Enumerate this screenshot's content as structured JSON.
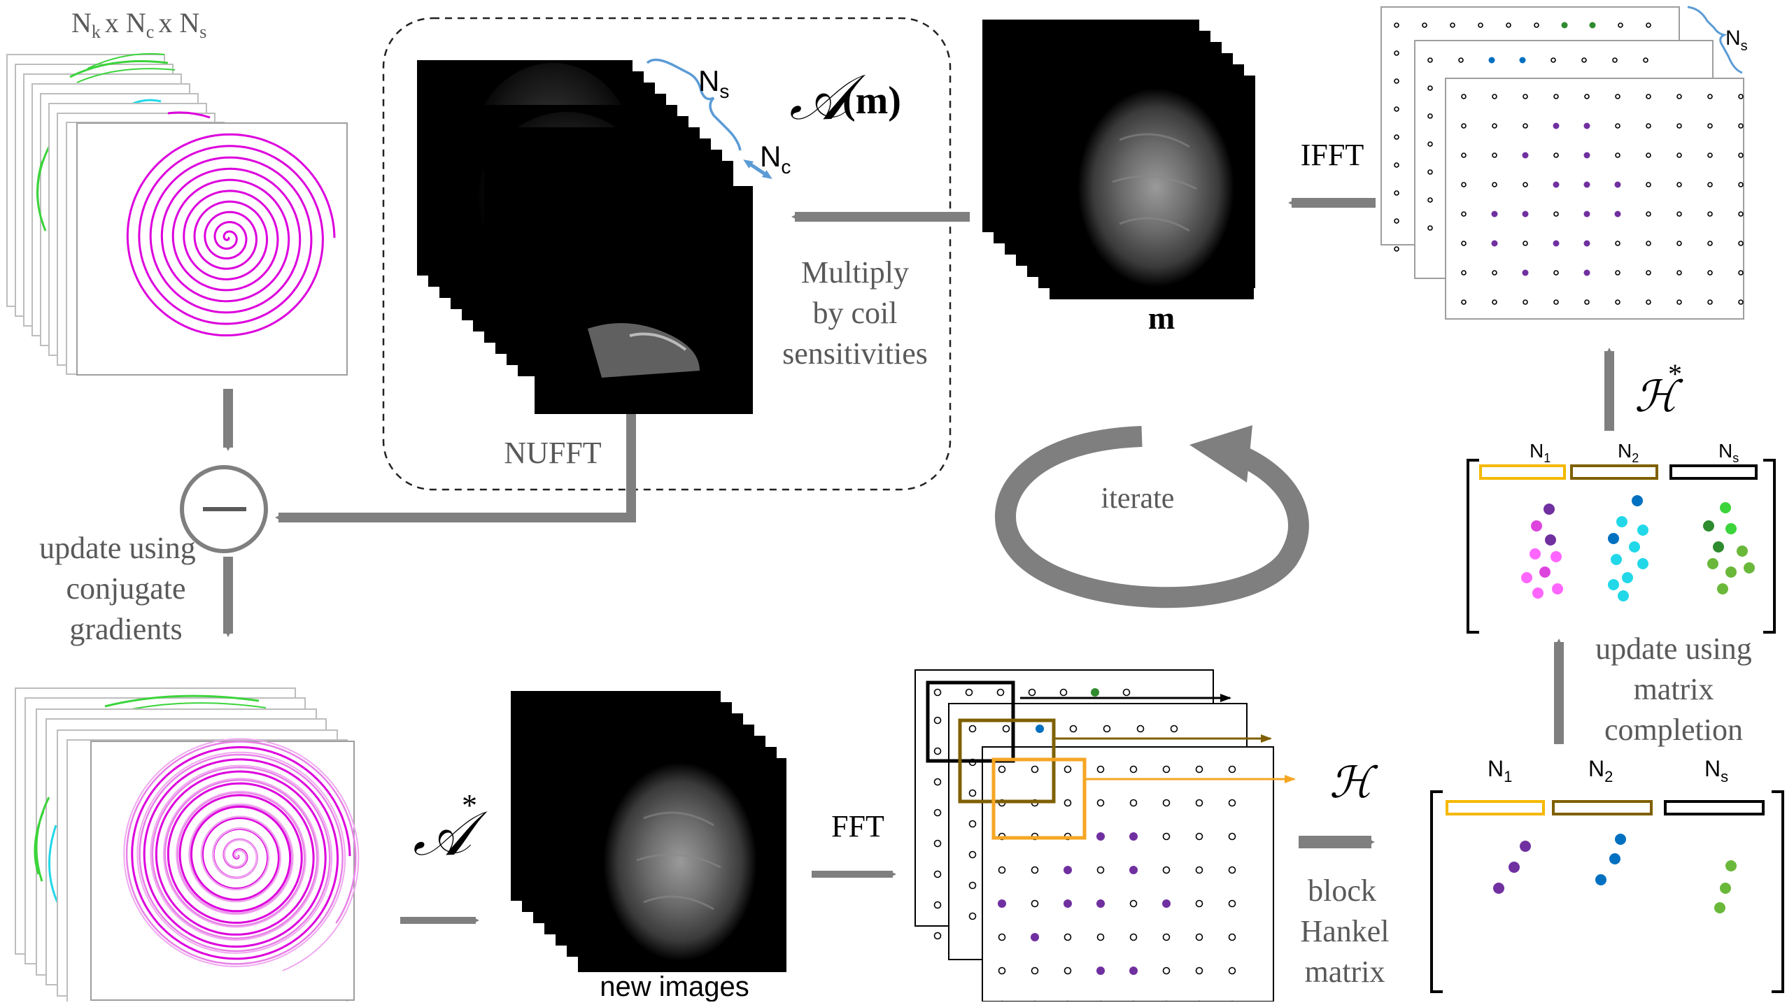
{
  "colors": {
    "arrow": "#7f7f7f",
    "text_gray": "#595959",
    "magenta": "#dd00dd",
    "green": "#3bd43b",
    "cyan": "#22d8e8",
    "purple": "#7030a0",
    "blue": "#0070c0",
    "dark_green": "#2e8b2e",
    "light_green": "#6ab83a",
    "gold": "#f5b800",
    "brown": "#7f6000",
    "orange": "#f5a623",
    "brace_blue": "#5b9bd5"
  },
  "labels": {
    "kspace_dims": "Nₖ x Nᴄ x Nₛ",
    "kspace_dims_base": [
      "N",
      "x N",
      "x N"
    ],
    "kspace_dims_sub": [
      "k",
      "c",
      "s"
    ],
    "ns": "N",
    "ns_sub": "s",
    "nc": "N",
    "nc_sub": "c",
    "forward_op": "𝒜",
    "forward_arg": "(m)",
    "m_label": "m",
    "ifft": "IFFT",
    "multiply": [
      "Multiply",
      "by coil",
      "sensitivities"
    ],
    "nufft": "NUFFT",
    "iterate": "iterate",
    "update_cg": [
      "update using",
      "conjugate",
      "gradients"
    ],
    "adjoint_op": "𝒜",
    "adjoint_star": "*",
    "new_images": "new images",
    "fft": "FFT",
    "hankel_op": "ℋ",
    "block_hankel": [
      "block",
      "Hankel",
      "matrix"
    ],
    "hankel_adjoint": "ℋ",
    "hankel_adjoint_star": "*",
    "update_mc": [
      "update using",
      "matrix",
      "completion"
    ],
    "n1": "N",
    "n1_sub": "1",
    "n2": "N",
    "n2_sub": "2",
    "nsb": "N",
    "nsb_sub": "s"
  }
}
